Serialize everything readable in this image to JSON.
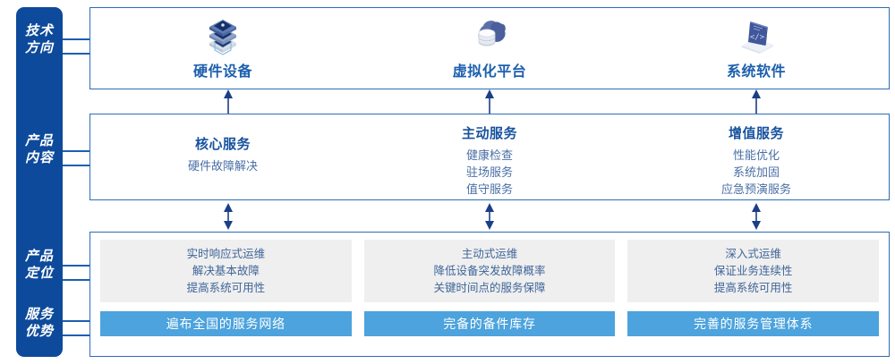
{
  "rail": {
    "labels": [
      {
        "id": "tech-direction",
        "text": "技术\n方向"
      },
      {
        "id": "product-content",
        "text": "产品\n内容"
      },
      {
        "id": "product-position",
        "text": "产品\n定位"
      },
      {
        "id": "service-advantage",
        "text": "服务\n优势"
      }
    ]
  },
  "tech_row": {
    "items": [
      {
        "icon": "server-stack-icon",
        "label": "硬件设备"
      },
      {
        "icon": "cloud-database-icon",
        "label": "虚拟化平台"
      },
      {
        "icon": "laptop-code-icon",
        "label": "系统软件"
      }
    ]
  },
  "content_row": {
    "items": [
      {
        "title": "核心服务",
        "lines": [
          "硬件故障解决"
        ]
      },
      {
        "title": "主动服务",
        "lines": [
          "健康检查",
          "驻场服务",
          "值守服务"
        ]
      },
      {
        "title": "增值服务",
        "lines": [
          "性能优化",
          "系统加固",
          "应急预演服务"
        ]
      }
    ]
  },
  "position_row": {
    "items": [
      {
        "lines": [
          "实时响应式运维",
          "解决基本故障",
          "提高系统可用性"
        ],
        "advantage": "遍布全国的服务网络"
      },
      {
        "lines": [
          "主动式运维",
          "降低设备突发故障概率",
          "关键时间点的服务保障"
        ],
        "advantage": "完备的备件库存"
      },
      {
        "lines": [
          "深入式运维",
          "保证业务连续性",
          "提高系统可用性"
        ],
        "advantage": "完善的服务管理体系"
      }
    ]
  },
  "colors": {
    "rail_blue": "#0d4a9b",
    "panel_border": "#2e6cb8",
    "title_blue": "#17529e",
    "body_blue": "#4a6fa5",
    "gray_box": "#efefef",
    "advantage_bar": "#4ca3dd",
    "arrow": "#1b3f86"
  }
}
